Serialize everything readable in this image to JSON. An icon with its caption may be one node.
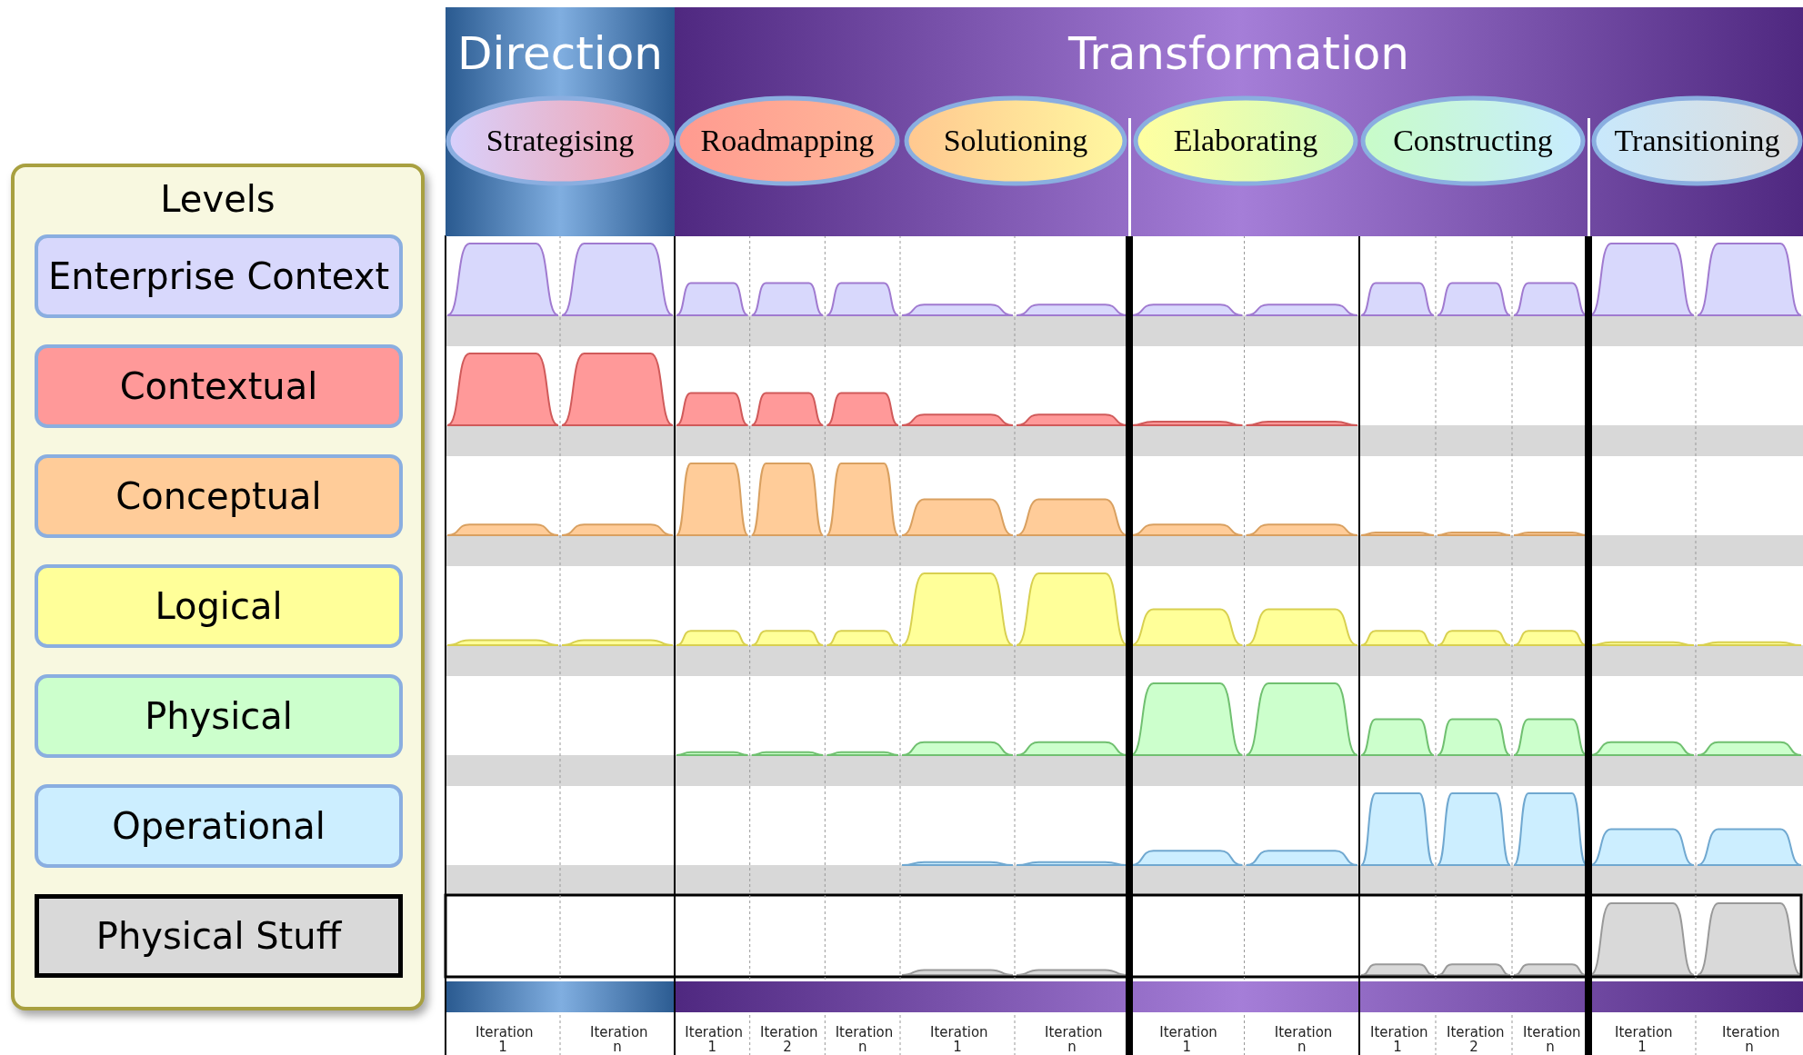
{
  "diagram": {
    "nodes": [
      {
        "text": [
          "Direction"
        ]
      },
      {
        "text": [
          "Transformation"
        ]
      },
      {
        "text": [
          "Strategising"
        ],
        "in": 0
      },
      {
        "text": [
          "Roadmapping"
        ],
        "in": 1
      },
      {
        "text": [
          "Solutioning"
        ],
        "in": 1
      },
      {
        "text": [
          "Elaborating"
        ],
        "in": 1
      },
      {
        "text": [
          "Constructing"
        ],
        "in": 1
      },
      {
        "text": [
          "Transitioning"
        ],
        "in": 1
      }
    ],
    "edges": [],
    "labels": [
      "Levels",
      "Iteration 1",
      "Iteration n",
      "Iteration 1",
      "Iteration 2",
      "Iteration n",
      "Iteration 1",
      "Iteration n",
      "Iteration 1",
      "Iteration n",
      "Iteration 1",
      "Iteration 2",
      "Iteration n",
      "Iteration 1",
      "Iteration n"
    ],
    "legend": [
      {
        "text": "Enterprise Context",
        "color": "#d8d8fc"
      },
      {
        "text": "Contextual",
        "color": "#ff9999"
      },
      {
        "text": "Conceptual",
        "color": "#ffcc99"
      },
      {
        "text": "Logical",
        "color": "#ffff99"
      },
      {
        "text": "Physical",
        "color": "#ccffcc"
      },
      {
        "text": "Operational",
        "color": "#cceeff"
      },
      {
        "text": "Physical Stuff",
        "color": "#d9d9d9"
      }
    ]
  }
}
